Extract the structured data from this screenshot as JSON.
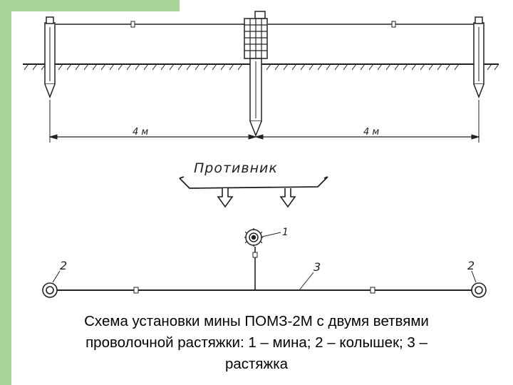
{
  "colors": {
    "accent": "#a9d49a",
    "ink": "#222222"
  },
  "diagram": {
    "distance_left": "4 м",
    "distance_right": "4 м",
    "enemy_label": "Противник",
    "label_mine": "1",
    "label_stake_left": "2",
    "label_stake_right": "2",
    "label_wire": "3"
  },
  "caption": {
    "line1": "Схема установки мины ПОМЗ-2М с двумя ветвями",
    "line2": "проволочной растяжки: 1 – мина; 2 – колышек; 3 –",
    "line3": "растяжка"
  }
}
